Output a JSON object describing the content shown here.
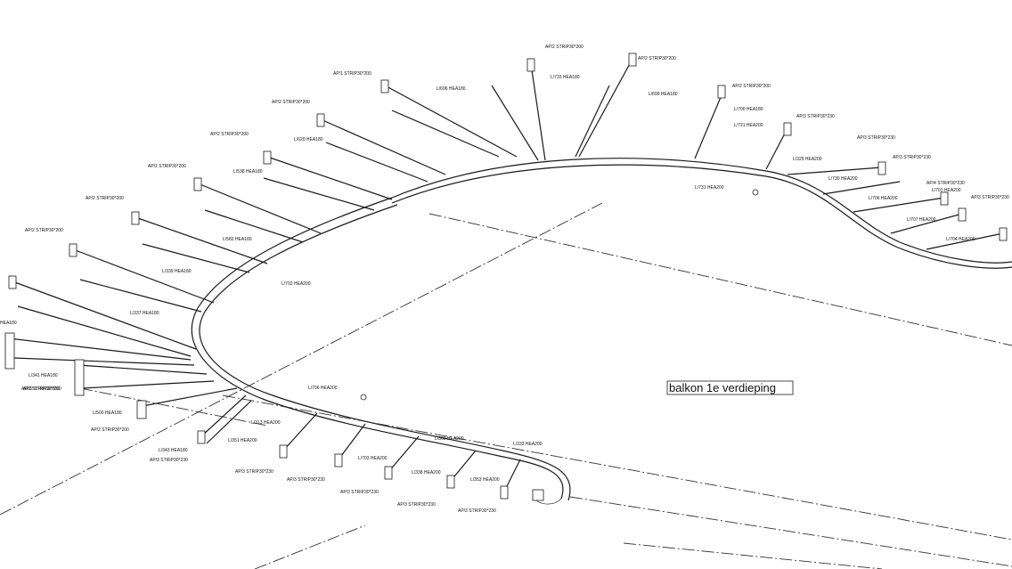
{
  "title": "balkon 1e verdieping",
  "labels": [
    "AP/2 STRIP30*200",
    "L/733 HEA180",
    "AP/2 STRIP30*200",
    "L/699 HEA180",
    "AP/1 STRIP30*200",
    "L/696 HEA180",
    "AP/2 STRIP30*200",
    "L/620 HEA180",
    "AP/2 STRIP30*200",
    "L/538 HEA180",
    "AP/2 STRIP30*200",
    "L/582 HEA180",
    "AP/2 STRIP30*200",
    "L/339 HEA180",
    "AP/2 STRIP30*200",
    "L/337 HEA180",
    "AP/2 STRIP30*200",
    "L/341 HEA180",
    "L/500 HEA180",
    "AP/2 STRIP30*200",
    "L/343 HEA180",
    "AP/3 STRIP30*230",
    "L/702 HEA200",
    "L/706 HEA200",
    "AP/2 STRIP30*200",
    "L/700 HEA180",
    "L/721 HEA200",
    "AP/3 STRIP30*230",
    "L/325 HEA200",
    "AP/3 STRIP30*230",
    "L/730 HEA200",
    "AP/3 STRIP30*230",
    "L/706 HEA200",
    "AP/4 STRIP30*230",
    "L/701 HEA200",
    "AP/3 STRIP30*230",
    "L/707 HEA200",
    "L/704 HEA200",
    "L/731 HEA200",
    "L/351 HEA200",
    "AP/3 STRIP30*230",
    "L/313 HEA200",
    "AP/3 STRIP30*230",
    "L/703 HEA200",
    "AP/3 STRIP30*230",
    "L/360 HEA200",
    "L/338 HEA200",
    "AP/3 STRIP30*230",
    "L/353 HEA200",
    "AP/3 STRIP30*230",
    "L/333 HEA200",
    "HEA180",
    "AP/2 STRIP30*200"
  ]
}
